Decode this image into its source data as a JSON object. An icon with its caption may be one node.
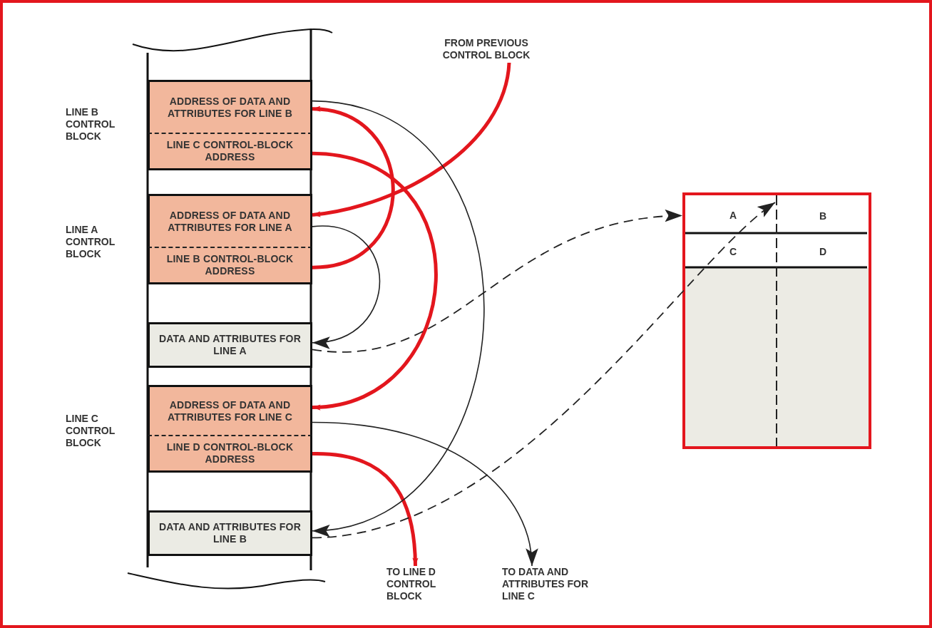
{
  "diagram": {
    "nodes": [
      {
        "text": [
          "FROM PREVIOUS CONTROL BLOCK"
        ]
      },
      {
        "text": [
          "ADDRESS OF DATA AND ATTRIBUTES FOR LINE B"
        ]
      },
      {
        "text": [
          "LINE C CONTROL-BLOCK ADDRESS"
        ]
      },
      {
        "text": [
          "ADDRESS OF DATA AND ATTRIBUTES FOR LINE A"
        ]
      },
      {
        "text": [
          "LINE B CONTROL-BLOCK ADDRESS"
        ]
      },
      {
        "text": [
          "DATA AND ATTRIBUTES FOR LINE A"
        ]
      },
      {
        "text": [
          "ADDRESS OF DATA AND ATTRIBUTES FOR LINE C"
        ]
      },
      {
        "text": [
          "LINE D CONTROL-BLOCK ADDRESS"
        ]
      },
      {
        "text": [
          "DATA AND ATTRIBUTES FOR LINE B"
        ]
      },
      {
        "text": [
          "TO LINE D CONTROL BLOCK"
        ]
      },
      {
        "text": [
          "TO DATA AND ATTRIBUTES FOR LINE C"
        ]
      },
      {
        "text": [],
        "shape": "box"
      },
      {
        "text": [
          "A"
        ],
        "in": 11
      },
      {
        "text": [
          "B"
        ],
        "in": 11
      },
      {
        "text": [
          "C"
        ],
        "in": 11
      },
      {
        "text": [
          "D"
        ],
        "in": 11
      }
    ],
    "edges": [
      {
        "from": 0,
        "to": 3,
        "arrow": "to",
        "style": "thick",
        "color": "#e3161d"
      },
      {
        "from": 4,
        "to": 1,
        "arrow": "to",
        "style": "thick",
        "color": "#e3161d"
      },
      {
        "from": 2,
        "to": 6,
        "arrow": "to",
        "style": "thick",
        "color": "#e3161d"
      },
      {
        "from": 7,
        "to": 9,
        "arrow": "to",
        "style": "thick",
        "color": "#e3161d"
      },
      {
        "from": 1,
        "to": 8,
        "arrow": "to"
      },
      {
        "from": 3,
        "to": 5,
        "arrow": "to"
      },
      {
        "from": 6,
        "to": 10,
        "arrow": "to"
      },
      {
        "from": 5,
        "to": 11,
        "arrow": "to",
        "style": "dashed"
      },
      {
        "from": 8,
        "to": 13,
        "arrow": "to",
        "style": "dashed"
      }
    ],
    "labels": [
      "LINE B CONTROL BLOCK",
      "LINE A CONTROL BLOCK",
      "LINE C CONTROL BLOCK"
    ]
  }
}
